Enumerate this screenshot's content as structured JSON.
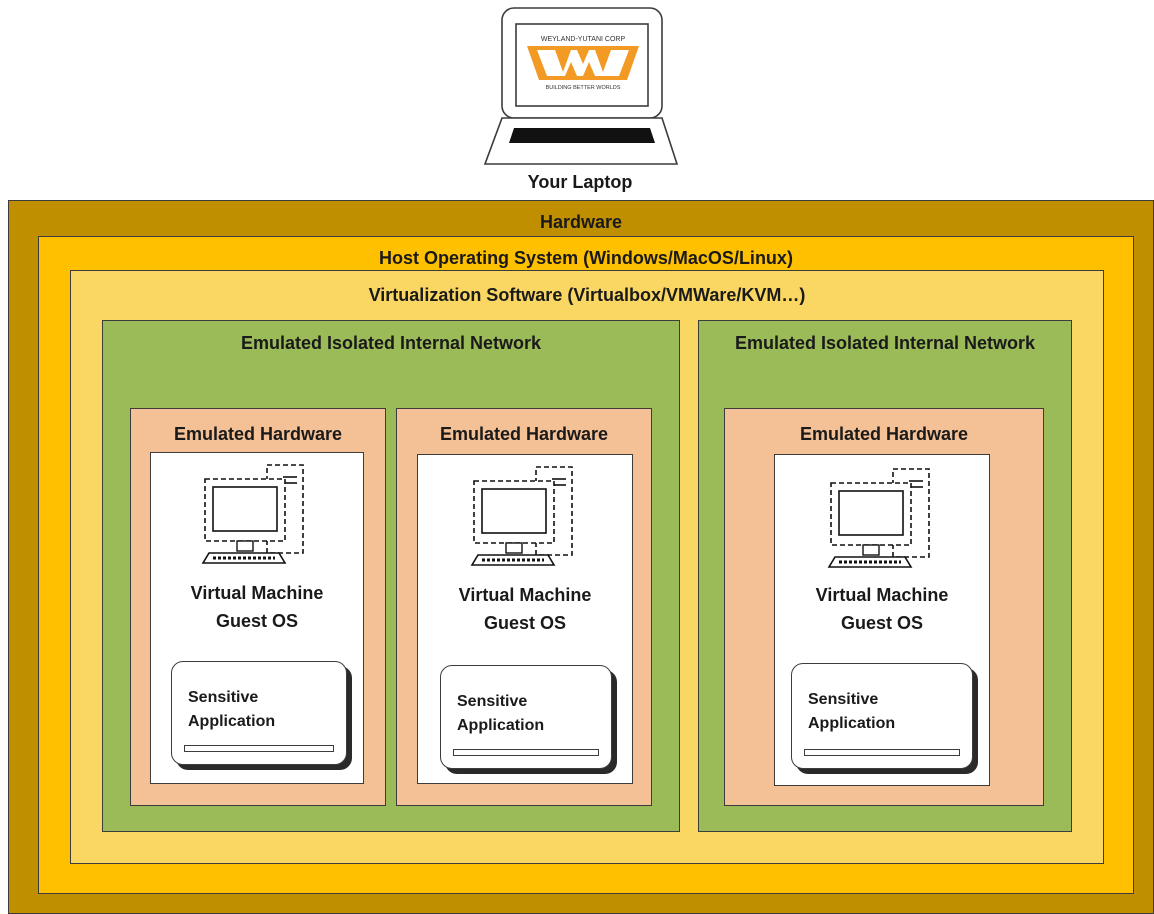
{
  "laptop": {
    "caption": "Your Laptop",
    "logo": {
      "top_text": "WEYLAND-YUTANI CORP",
      "bottom_text": "BUILDING BETTER WORLDS",
      "color": "#f39a24"
    }
  },
  "layers": {
    "hardware": "Hardware",
    "host_os": "Host Operating System (Windows/MacOS/Linux)",
    "virtualization": "Virtualization Software (Virtualbox/VMWare/KVM…)"
  },
  "networks": [
    {
      "title": "Emulated Isolated Internal Network",
      "hosts": [
        {
          "hardware_label": "Emulated Hardware",
          "vm_line1": "Virtual Machine",
          "vm_line2": "Guest OS",
          "app_line1": "Sensitive",
          "app_line2": "Application"
        },
        {
          "hardware_label": "Emulated Hardware",
          "vm_line1": "Virtual Machine",
          "vm_line2": "Guest OS",
          "app_line1": "Sensitive",
          "app_line2": "Application"
        }
      ]
    },
    {
      "title": "Emulated Isolated Internal Network",
      "hosts": [
        {
          "hardware_label": "Emulated Hardware",
          "vm_line1": "Virtual Machine",
          "vm_line2": "Guest OS",
          "app_line1": "Sensitive",
          "app_line2": "Application"
        }
      ]
    }
  ],
  "icons": {
    "laptop": "laptop-icon",
    "computer": "desktop-computer-icon"
  },
  "colors": {
    "hardware": "#bf8f00",
    "host_os": "#ffc000",
    "virtualization": "#fad762",
    "network": "#9bbb59",
    "emulated_hardware": "#f4c096"
  }
}
